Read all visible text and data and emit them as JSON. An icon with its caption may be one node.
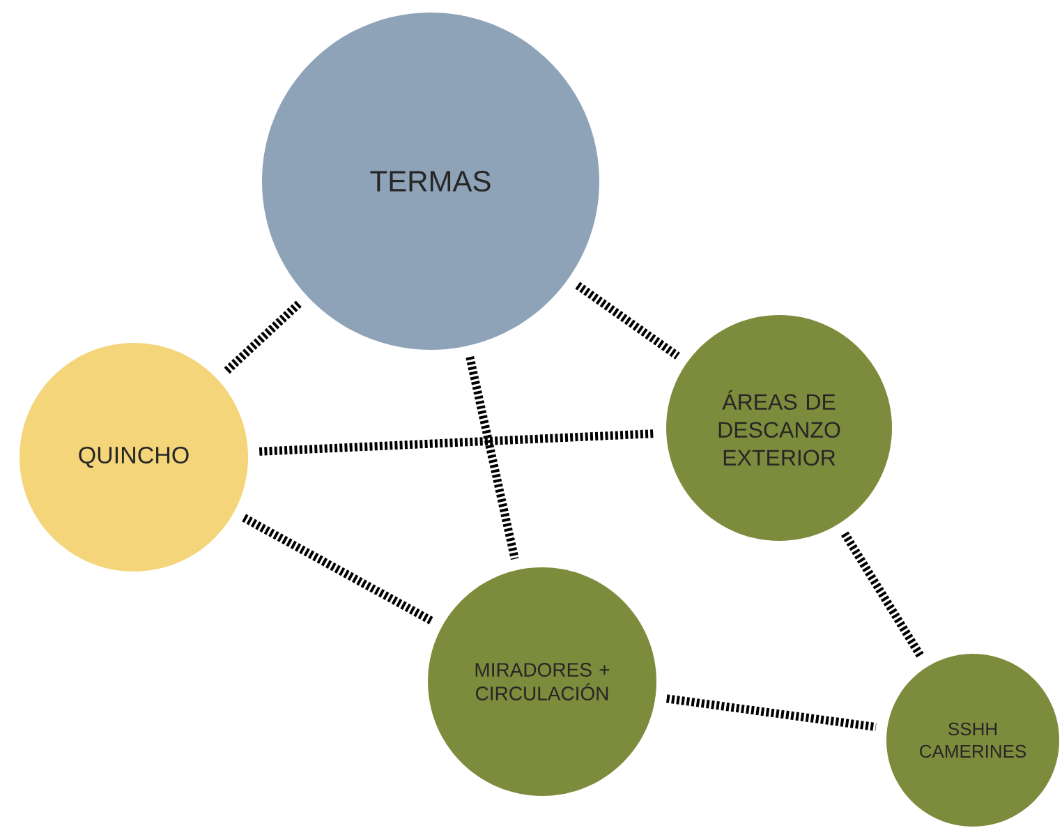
{
  "diagram": {
    "nodes": [
      {
        "text": [
          "TERMAS"
        ]
      },
      {
        "text": [
          "QUINCHO"
        ]
      },
      {
        "text": [
          "ÁREAS DE DESCANZO EXTERIOR"
        ]
      },
      {
        "text": [
          "MIRADORES + CIRCULACIÓN"
        ]
      },
      {
        "text": [
          "SSHH CAMERINES"
        ]
      }
    ],
    "edges": [
      {
        "from": 0,
        "to": 1,
        "arrow": "none"
      },
      {
        "from": 0,
        "to": 2,
        "arrow": "none"
      },
      {
        "from": 0,
        "to": 3,
        "arrow": "none"
      },
      {
        "from": 1,
        "to": 2,
        "arrow": "none"
      },
      {
        "from": 1,
        "to": 3,
        "arrow": "none"
      },
      {
        "from": 2,
        "to": 4,
        "arrow": "none"
      },
      {
        "from": 3,
        "to": 4,
        "arrow": "none"
      }
    ]
  }
}
